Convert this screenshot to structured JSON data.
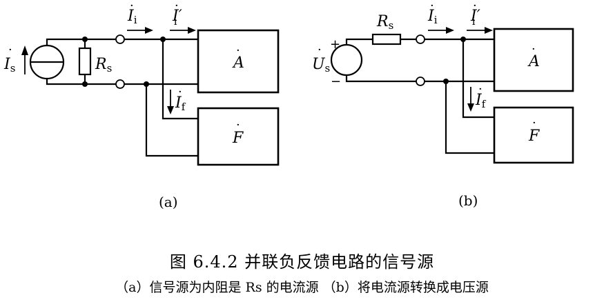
{
  "figure": {
    "caption_title": "图 6.4.2   并联负反馈电路的信号源",
    "caption_desc": "（a）信号源为内阻是 Rs 的电流源   （b）将电流源转换成电压源"
  },
  "panel_a": {
    "label": "(a)",
    "source_symbol": "I",
    "source_sub": "s",
    "resistor_symbol": "R",
    "resistor_sub": "s",
    "input_current_symbol": "I",
    "input_current_sub": "i",
    "net_current_symbol": "I",
    "net_current_sub": "i",
    "net_current_prime": "′",
    "feedback_current_symbol": "I",
    "feedback_current_sub": "f",
    "amp_block": "A",
    "feedback_block": "F"
  },
  "panel_b": {
    "label": "(b)",
    "source_symbol": "U",
    "source_sub": "s",
    "plus": "+",
    "minus": "−",
    "resistor_symbol": "R",
    "resistor_sub": "s",
    "input_current_symbol": "I",
    "input_current_sub": "i",
    "net_current_symbol": "I",
    "net_current_sub": "i",
    "net_current_prime": "′",
    "feedback_current_symbol": "I",
    "feedback_current_sub": "f",
    "amp_block": "A",
    "feedback_block": "F"
  }
}
